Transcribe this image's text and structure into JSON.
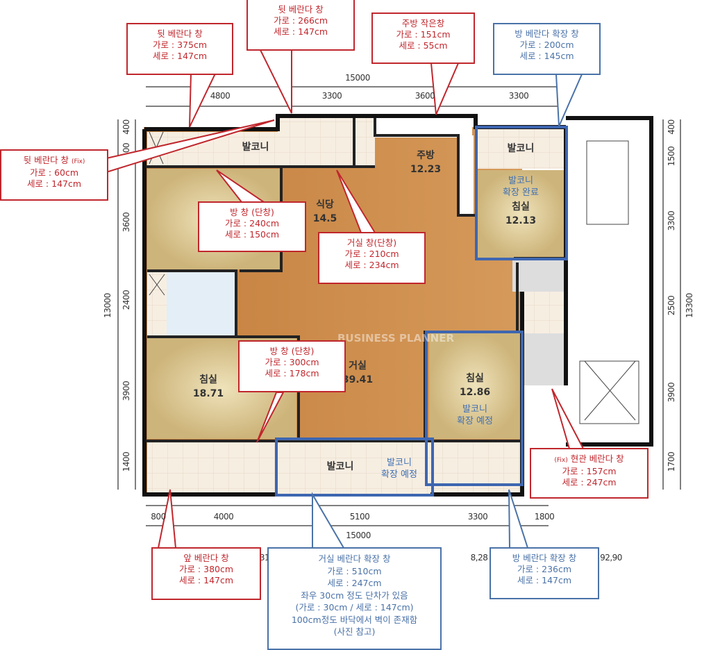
{
  "colors": {
    "callout_red": "#c0272d",
    "callout_blue": "#4a72a8",
    "wall": "#111111",
    "wood": "#c98a4a",
    "bedroom": "#ddc994",
    "balcony": "#f5ecdf",
    "bath": "#e3eef6"
  },
  "dimensions": {
    "top_total": "15000",
    "top": [
      "4800",
      "3300",
      "3600",
      "3300"
    ],
    "left_total": "13000",
    "left": [
      "400",
      "00",
      "3600",
      "2400",
      "3900",
      "1400"
    ],
    "right_total": "13300",
    "right": [
      "400",
      "1500",
      "3300",
      "2500",
      "3900",
      "1700"
    ],
    "bottom": [
      "800",
      "4000",
      "5100",
      "3300",
      "1800"
    ],
    "bottom_total": "15000",
    "area_fragments": [
      "31",
      "8,28",
      "92,90"
    ]
  },
  "rooms": {
    "balcony_rear": "발코니",
    "kitchen": {
      "name": "주방",
      "area": "12.23"
    },
    "dining": {
      "name": "식당",
      "area": "14.5"
    },
    "balcony_right": "발코니",
    "bedroom_ne": {
      "name": "침실",
      "area": "12.13",
      "note1": "발코니",
      "note2": "확장 완료"
    },
    "bedroom_sw": {
      "name": "침실",
      "area": "18.71"
    },
    "living": {
      "name": "거실",
      "area": "39.41"
    },
    "bedroom_se": {
      "name": "침실",
      "area": "12.86",
      "note1": "발코니",
      "note2": "확장 예정"
    },
    "balcony_front": "발코니",
    "balcony_front_note": {
      "line1": "발코니",
      "line2": "확장 예정"
    }
  },
  "watermark": "BUSINESS PLANNER",
  "callouts": [
    {
      "title": "뒷 베란다 창",
      "w": "가로 : 375cm",
      "h": "세로 : 147cm"
    },
    {
      "title": "뒷 베란다 창",
      "w": "가로 : 266cm",
      "h": "세로 : 147cm"
    },
    {
      "title": "주방 작은창",
      "w": "가로 : 151cm",
      "h": "세로 : 55cm"
    },
    {
      "title": "방 베란다 확장 창",
      "w": "가로 : 200cm",
      "h": "세로 : 145cm"
    },
    {
      "title": "뒷 베란다 창",
      "tag": "(Fix)",
      "w": "가로 : 60cm",
      "h": "세로 : 147cm"
    },
    {
      "title": "방 창 (단창)",
      "w": "가로 : 240cm",
      "h": "세로 : 150cm"
    },
    {
      "title": "거실 창(단창)",
      "w": "가로 : 210cm",
      "h": "세로 : 234cm"
    },
    {
      "title": "방 창 (단창)",
      "w": "가로 : 300cm",
      "h": "세로 : 178cm"
    },
    {
      "tag": "(Fix)",
      "title": "현관 베란다 창",
      "w": "가로 : 157cm",
      "h": "세로 : 247cm"
    },
    {
      "title": "앞 베란다 창",
      "w": "가로 : 380cm",
      "h": "세로 : 147cm"
    },
    {
      "title": "거실 베란다 확장 창",
      "w": "가로 : 510cm",
      "h": "세로 : 247cm",
      "n1": "좌우 30cm 정도 단차가 있음",
      "n2": "(가로 : 30cm / 세로 : 147cm)",
      "n3": "100cm정도 바닥에서 벽이 존재함",
      "n4": "(사진 참고)"
    },
    {
      "title": "방 베란다 확장 창",
      "w": "가로 : 236cm",
      "h": "세로 : 147cm"
    }
  ]
}
